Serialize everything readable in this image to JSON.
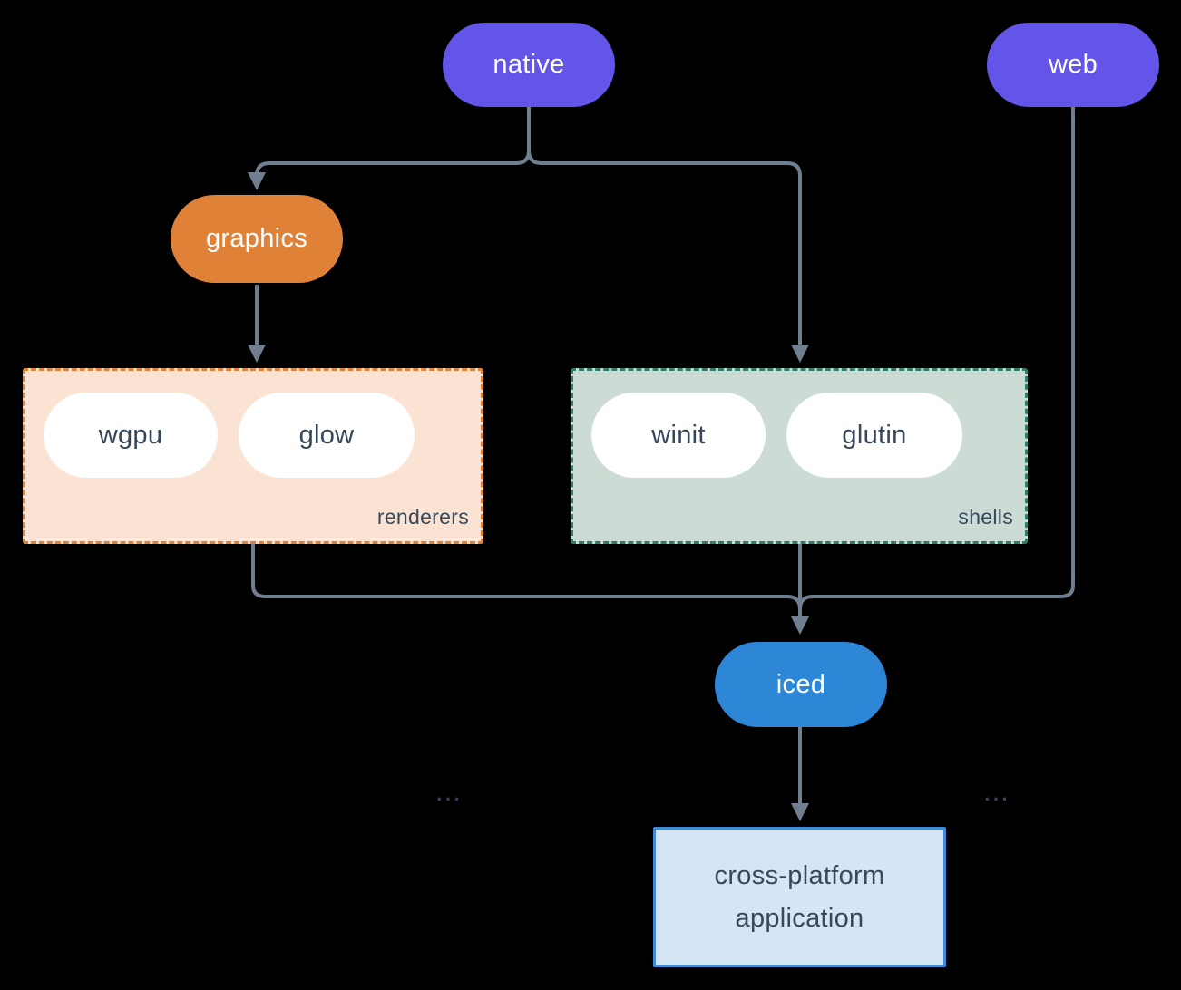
{
  "colors": {
    "background": "#000000",
    "connector": "#6F7F90",
    "native_web_accent": "#6355E8",
    "graphics_accent": "#E08138",
    "iced_accent": "#2E87D6",
    "renderers_fill": "#FAE3D2",
    "renderers_border": "#E0823C",
    "shells_fill": "#CCDCD5",
    "shells_border": "#2F7D6C",
    "application_fill": "#D5E5F6",
    "application_border": "#418CD9",
    "dark_text": "#36485A"
  },
  "nodes": {
    "native": {
      "label": "native"
    },
    "web": {
      "label": "web"
    },
    "graphics": {
      "label": "graphics"
    },
    "iced": {
      "label": "iced"
    },
    "application": {
      "label": "cross-platform application"
    }
  },
  "groups": {
    "renderers": {
      "label": "renderers",
      "items": [
        "wgpu",
        "glow"
      ],
      "ellipsis": "..."
    },
    "shells": {
      "label": "shells",
      "items": [
        "winit",
        "glutin"
      ],
      "ellipsis": "..."
    }
  },
  "edges": [
    {
      "from": "native",
      "to": "graphics"
    },
    {
      "from": "native",
      "to": "shells"
    },
    {
      "from": "graphics",
      "to": "renderers"
    },
    {
      "from": "renderers",
      "to": "iced"
    },
    {
      "from": "shells",
      "to": "iced"
    },
    {
      "from": "web",
      "to": "iced"
    },
    {
      "from": "iced",
      "to": "application"
    }
  ]
}
